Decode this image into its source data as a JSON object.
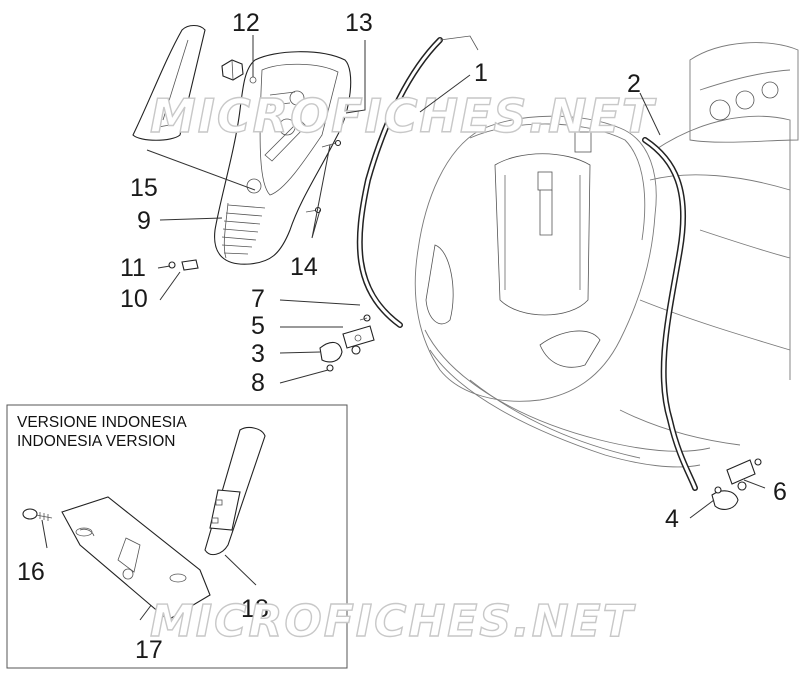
{
  "watermark": {
    "top": "MICROFICHES.NET",
    "bottom": "MICROFICHES.NET"
  },
  "inset_box": {
    "title_line1": "VERSIONE INDONESIA",
    "title_line2": "INDONESIA VERSION"
  },
  "callouts": {
    "c1": "1",
    "c2": "2",
    "c3": "3",
    "c4": "4",
    "c5": "5",
    "c6": "6",
    "c7": "7",
    "c8": "8",
    "c9": "9",
    "c10": "10",
    "c11": "11",
    "c12": "12",
    "c13": "13",
    "c14": "14",
    "c15": "15",
    "c16": "16",
    "c17": "17",
    "c18": "18"
  }
}
